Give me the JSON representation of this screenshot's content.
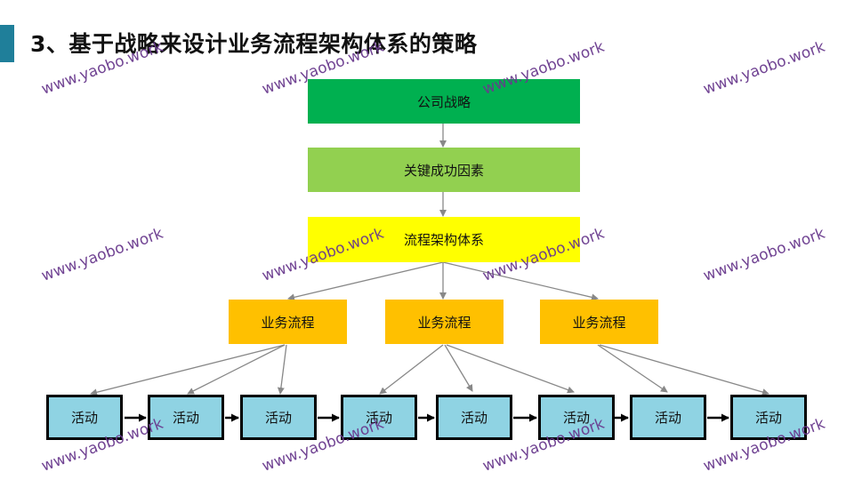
{
  "title": "3、基于战略来设计业务流程架构体系的策略",
  "boxes": {
    "strategy": "公司战略",
    "ksf": "关键成功因素",
    "architecture": "流程架构体系",
    "processes": [
      "业务流程",
      "业务流程",
      "业务流程"
    ],
    "activities": [
      "活动",
      "活动",
      "活动",
      "活动",
      "活动",
      "活动",
      "活动",
      "活动"
    ]
  },
  "watermark": "www.yaobo.work",
  "colors": {
    "accent": "#1f7f9a",
    "strategy": "#00b050",
    "ksf": "#92d050",
    "architecture": "#ffff00",
    "process": "#ffc000",
    "activity": "#8fd3e3",
    "watermark": "#6a3a8e"
  }
}
